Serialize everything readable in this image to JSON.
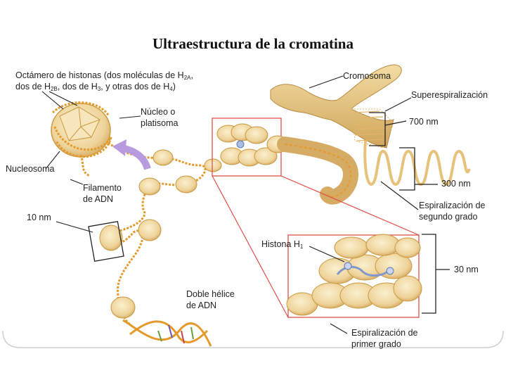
{
  "title": "Ultraestructura de la cromatina",
  "labels": {
    "octamer": {
      "line1_a": "Octámero de histonas (dos moléculas de H",
      "line1_sub": "2A",
      "line1_end": ",",
      "line2_a": "dos de H",
      "line2_sub1": "2B",
      "line2_b": ", dos de H",
      "line2_sub2": "3",
      "line2_c": ", y otras dos de H",
      "line2_sub3": "4",
      "line2_end": ")"
    },
    "nucleo": "Núcleo o",
    "platisoma": "platisoma",
    "nucleosoma": "Nucleosoma",
    "filamento_1": "Filamento",
    "filamento_2": "de ADN",
    "ten_nm": "10 nm",
    "cromosoma": "Cromosoma",
    "superesp": "Superespiralización",
    "nm700": "700 nm",
    "nm300": "300 nm",
    "esp2_1": "Espiralización de",
    "esp2_2": "segundo grado",
    "histona_h1": "Histona H",
    "histona_sub": "1",
    "nm30": "30 nm",
    "doble_1": "Doble hélice",
    "doble_2": "de ADN",
    "esp1_1": "Espiralización de",
    "esp1_2": "primer grado"
  },
  "colors": {
    "histone": "#f1dba3",
    "histone_edge": "#c9993f",
    "dna": "#e49a2b",
    "chromosome": "#e6c27a",
    "red_box": "#e0504a",
    "arrow": "#b79bde"
  }
}
